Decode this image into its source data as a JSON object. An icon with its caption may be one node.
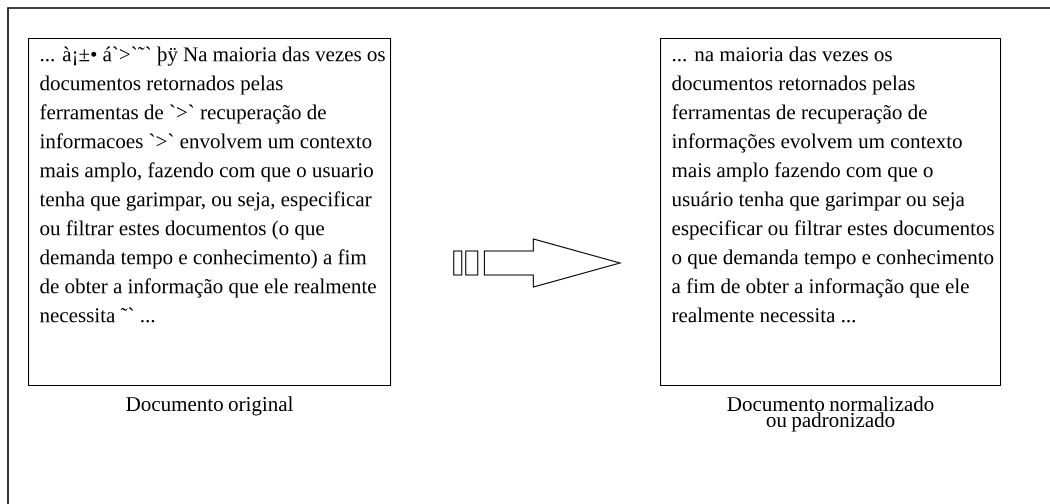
{
  "diagram": {
    "nodes": [
      {
        "text": [
          "... à¡±• á`>`˜` þÿ Na maioria das vezes os documentos retornados pelas ferramentas de `>` recuperação de informacoes `>` envolvem um contexto mais amplo, fazendo com que o usuario tenha que garimpar, ou seja, especificar ou filtrar estes documentos (o que demanda tempo e conhecimento) a fim de obter a informação que ele realmente necessita ˜` ..."
        ],
        "beside": [
          "Documento original"
        ]
      },
      {
        "text": [
          "... na maioria das vezes os documentos retornados pelas ferramentas de recuperação de informações evolvem um contexto mais amplo fazendo com que o usuário tenha que garimpar ou seja especificar ou filtrar estes documentos o que demanda tempo e conhecimento a fim de obter a informação que ele realmente necessita ..."
        ],
        "beside": [
          "Documento normalizado ou padronizado"
        ]
      }
    ],
    "edges": [
      {
        "from": 0,
        "to": 1,
        "arrow": "to"
      }
    ]
  }
}
